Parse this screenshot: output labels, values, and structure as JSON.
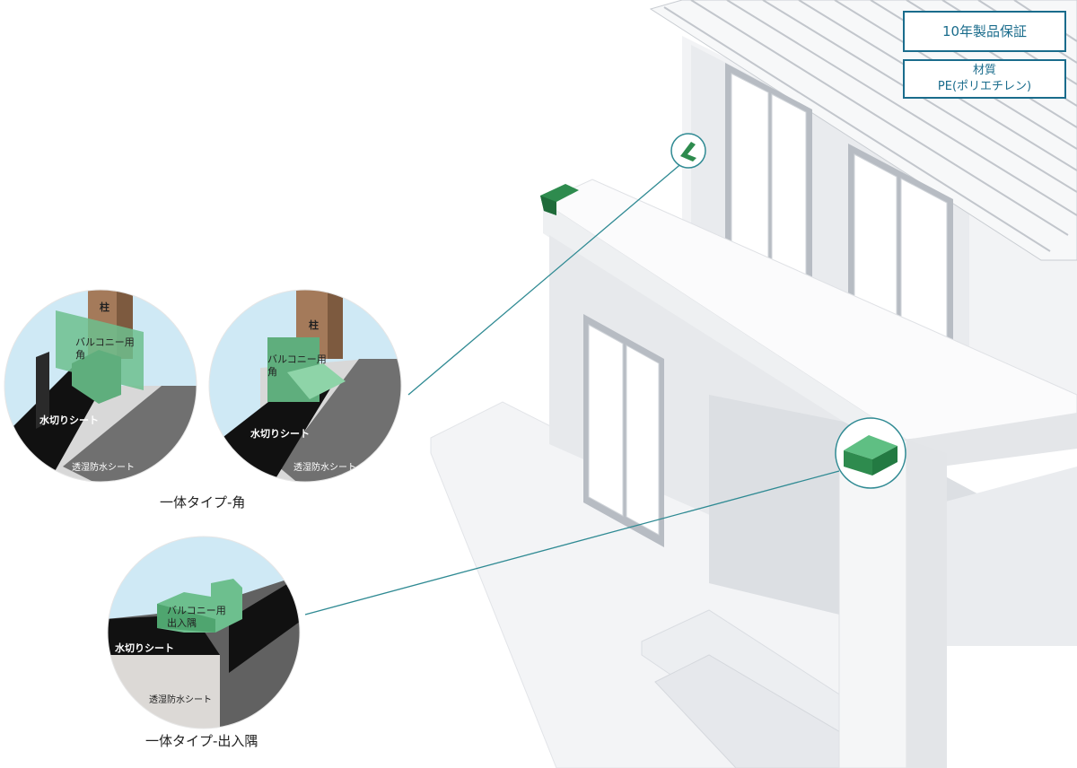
{
  "badges": {
    "warranty": "10年製品保証",
    "material_title": "材質",
    "material_value": "PE(ポリエチレン)"
  },
  "detail_corner_a": {
    "pillar": "柱",
    "part": "バルコニー用",
    "part_sub": "角",
    "flashing": "水切りシート",
    "membrane": "透湿防水シート"
  },
  "detail_corner_b": {
    "pillar": "柱",
    "part": "バルコニー用",
    "part_sub": "角",
    "flashing": "水切りシート",
    "membrane": "透湿防水シート"
  },
  "detail_inout": {
    "part": "バルコニー用",
    "part_sub": "出入隅",
    "flashing": "水切りシート",
    "membrane": "透湿防水シート"
  },
  "captions": {
    "corner": "一体タイプ-角",
    "inout": "一体タイプ-出入隅"
  },
  "colors": {
    "part_green": "#2e8b4e",
    "part_light": "#6dbf8e",
    "sky": "#cfe9f5",
    "leader": "#2f8a93",
    "badge": "#1a6c8c"
  }
}
